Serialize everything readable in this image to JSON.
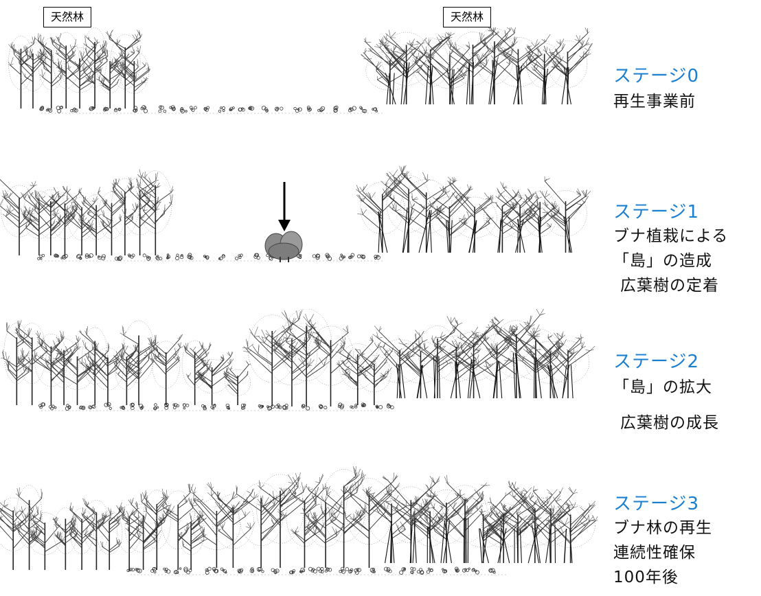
{
  "forest_labels": [
    "天然林",
    "天然林"
  ],
  "stages": [
    {
      "title": "ステージ0",
      "lines": [
        "再生事業前"
      ]
    },
    {
      "title": "ステージ1",
      "lines": [
        "ブナ植栽による",
        "「島」の造成",
        "広葉樹の定着"
      ]
    },
    {
      "title": "ステージ2",
      "lines": [
        "「島」の拡大",
        "広葉樹の成長"
      ]
    },
    {
      "title": "ステージ3",
      "lines": [
        "ブナ林の再生",
        "連続性確保",
        "100年後"
      ]
    }
  ]
}
